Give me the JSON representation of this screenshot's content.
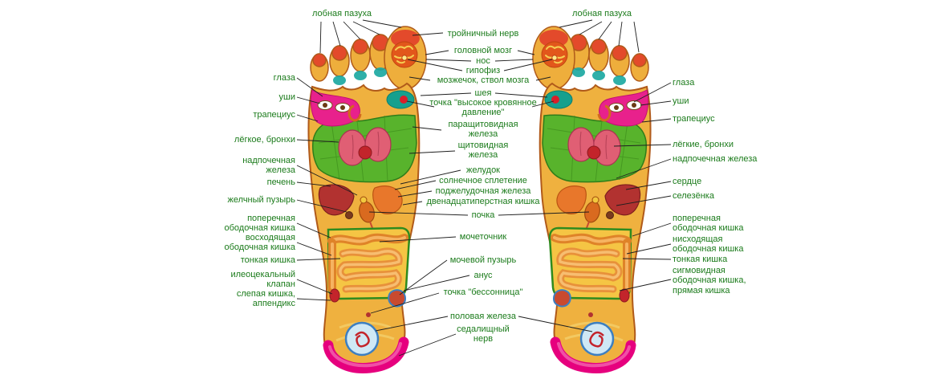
{
  "diagram": {
    "kind": "foot-reflexology-zones",
    "labels": {
      "top_left": "лобная пазуха",
      "top_right": "лобная пазуха",
      "left": [
        "глаза",
        "уши",
        "трапециус",
        "лёгкое, бронхи",
        "надпочечная железа",
        "печень",
        "желчный пузырь",
        "поперечная ободочная кишка",
        "восходящая ободочная кишка",
        "тонкая кишка",
        "илеоцекальный клапан",
        "слепая кишка, аппендикс"
      ],
      "center": [
        "тройничный нерв",
        "головной мозг",
        "нос",
        "гипофиз",
        "мозжечок, ствол мозга",
        "шея",
        "точка \"высокое кровянное давление\"",
        "паращитовидная железа",
        "щитовидная железа",
        "желудок",
        "солнечное сплетение",
        "поджелудочная железа",
        "двенадцатиперстная кишка",
        "почка",
        "мочеточник",
        "мочевой пузырь",
        "анус",
        "точка \"бессонница\"",
        "половая железа",
        "седалищный нерв"
      ],
      "right": [
        "глаза",
        "уши",
        "трапециус",
        "лёгкие, бронхи",
        "надпочечная железа",
        "сердце",
        "селезёнка",
        "поперечная ободочная кишка",
        "нисходящая ободочная кишка",
        "тонкая кишка",
        "сигмовидная ободочная кишка, прямая кишка"
      ]
    },
    "colors": {
      "label": "#1b7b1b",
      "leader": "#1f1f1f",
      "foot_base": "#efb13f",
      "toe_tip_red": "#e34a2b",
      "zone_green": "#58b32c",
      "zone_magenta": "#e8218c",
      "zone_teal": "#15a08e",
      "organ_red": "#c3242b",
      "intestine_orange": "#e8913a",
      "gonad_blue": "#3d7fc1",
      "heel_pink": "#e6007e"
    }
  }
}
